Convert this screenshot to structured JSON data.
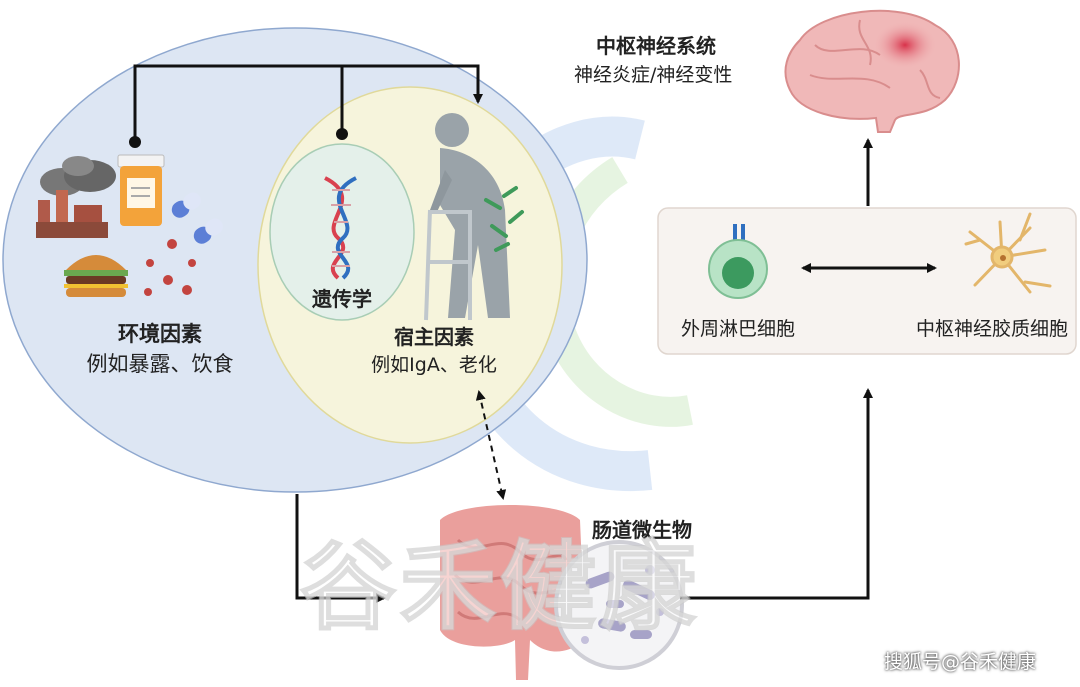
{
  "cns": {
    "title": "中枢神经系统",
    "subtitle": "神经炎症/神经变性"
  },
  "environment": {
    "title": "环境因素",
    "subtitle": "例如暴露、饮食"
  },
  "genetics": {
    "title": "遗传学"
  },
  "host": {
    "title": "宿主因素",
    "subtitle": "例如IgA、老化"
  },
  "cells": {
    "peripheral": "外周淋巴细胞",
    "glial": "中枢神经胶质细胞"
  },
  "gut": {
    "title": "肠道微生物"
  },
  "watermark": {
    "overlay": "谷禾健康",
    "credit": "搜狐号@谷禾健康"
  },
  "colors": {
    "outer_circle_fill": "#dde6f3",
    "outer_circle_stroke": "#8fa8cf",
    "host_circle_fill": "#f6f4dc",
    "host_circle_stroke": "#e0d99a",
    "gene_oval_fill": "#e4f0ea",
    "gene_oval_stroke": "#a8cdb5",
    "cell_box_fill": "#f7f3f0",
    "arrow": "#111111",
    "brain": "#f0b8b8",
    "intestine": "#ea9f9c",
    "dna_red": "#d9414f",
    "dna_blue": "#2f6fc0"
  },
  "icons": [
    "factory-icon",
    "pill-bottle-icon",
    "capsule-icon",
    "virus-icon",
    "burger-icon",
    "dna-icon",
    "elderly-walker-icon",
    "bacteria-icon",
    "brain-icon",
    "lymphocyte-icon",
    "glial-cell-icon",
    "intestine-icon",
    "microbe-magnifier-icon"
  ]
}
